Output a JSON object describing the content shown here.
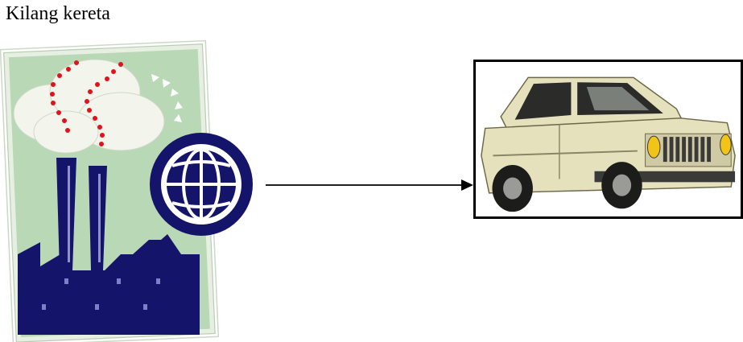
{
  "diagram": {
    "title": "Kilang kereta",
    "nodes": [
      {
        "id": "factory",
        "icon": "factory-globe-icon"
      },
      {
        "id": "car",
        "icon": "car-icon"
      }
    ],
    "edges": [
      {
        "from": "factory",
        "to": "car"
      }
    ]
  },
  "colors": {
    "navy": "#15146b",
    "sage": "#b8d8b6",
    "smoke": "#f3f5ec",
    "dots": "#e0121b",
    "car_body": "#e6e1bd",
    "headlight": "#f2c418"
  }
}
